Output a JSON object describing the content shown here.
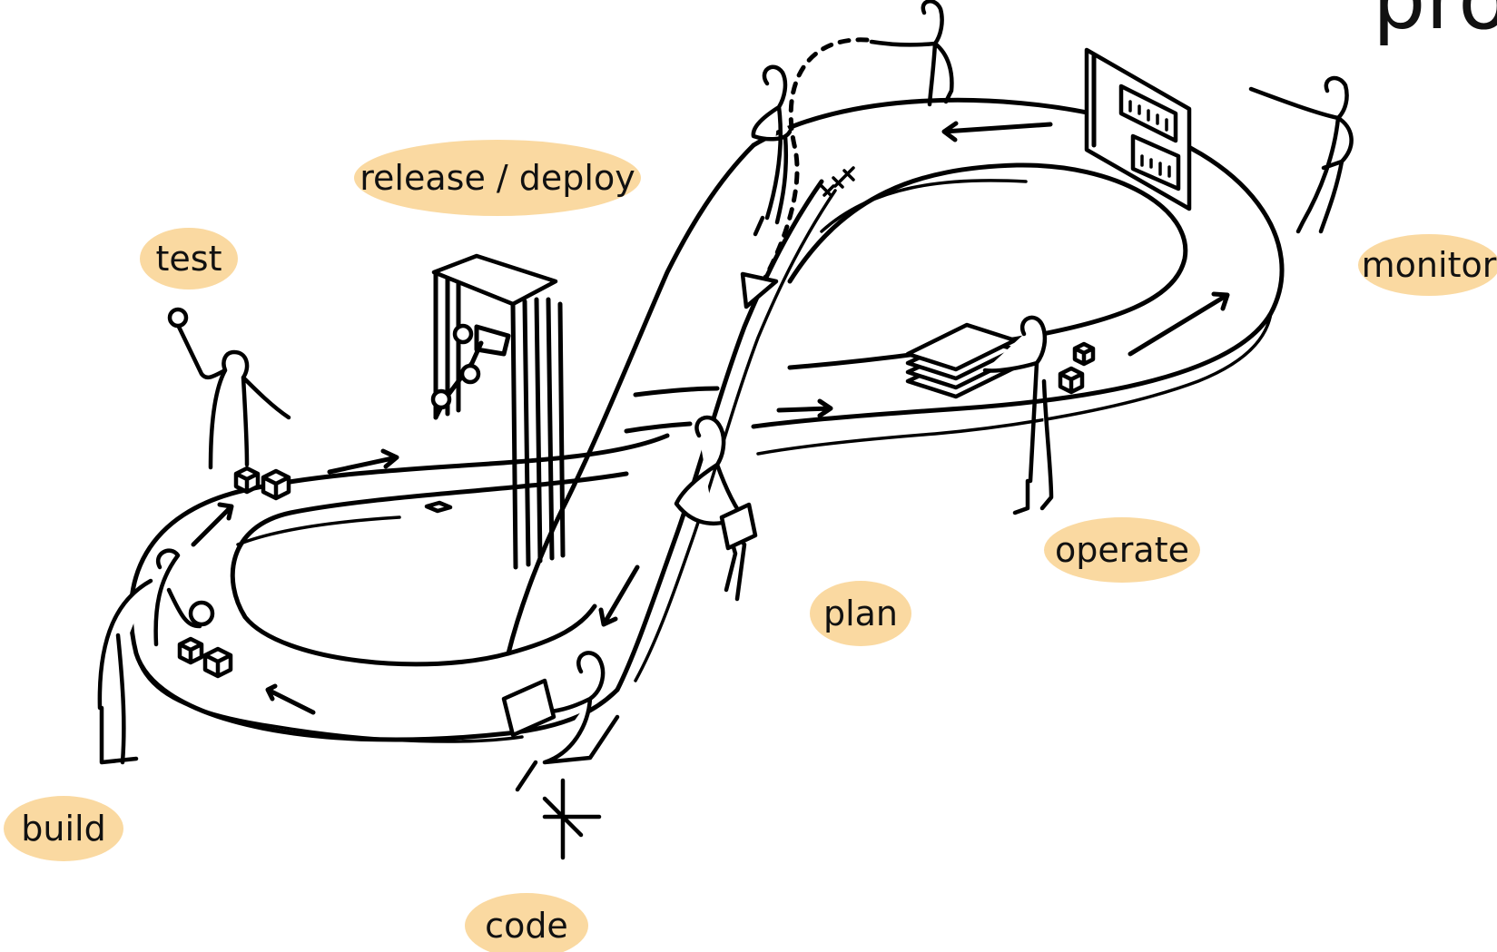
{
  "corner_text": "pro",
  "accent_color": "#FAD9A1",
  "stages": [
    {
      "id": "plan",
      "label": "plan"
    },
    {
      "id": "code",
      "label": "code"
    },
    {
      "id": "build",
      "label": "build"
    },
    {
      "id": "test",
      "label": "test"
    },
    {
      "id": "release",
      "label": "release / deploy"
    },
    {
      "id": "operate",
      "label": "operate"
    },
    {
      "id": "monitor",
      "label": "monitor"
    }
  ]
}
